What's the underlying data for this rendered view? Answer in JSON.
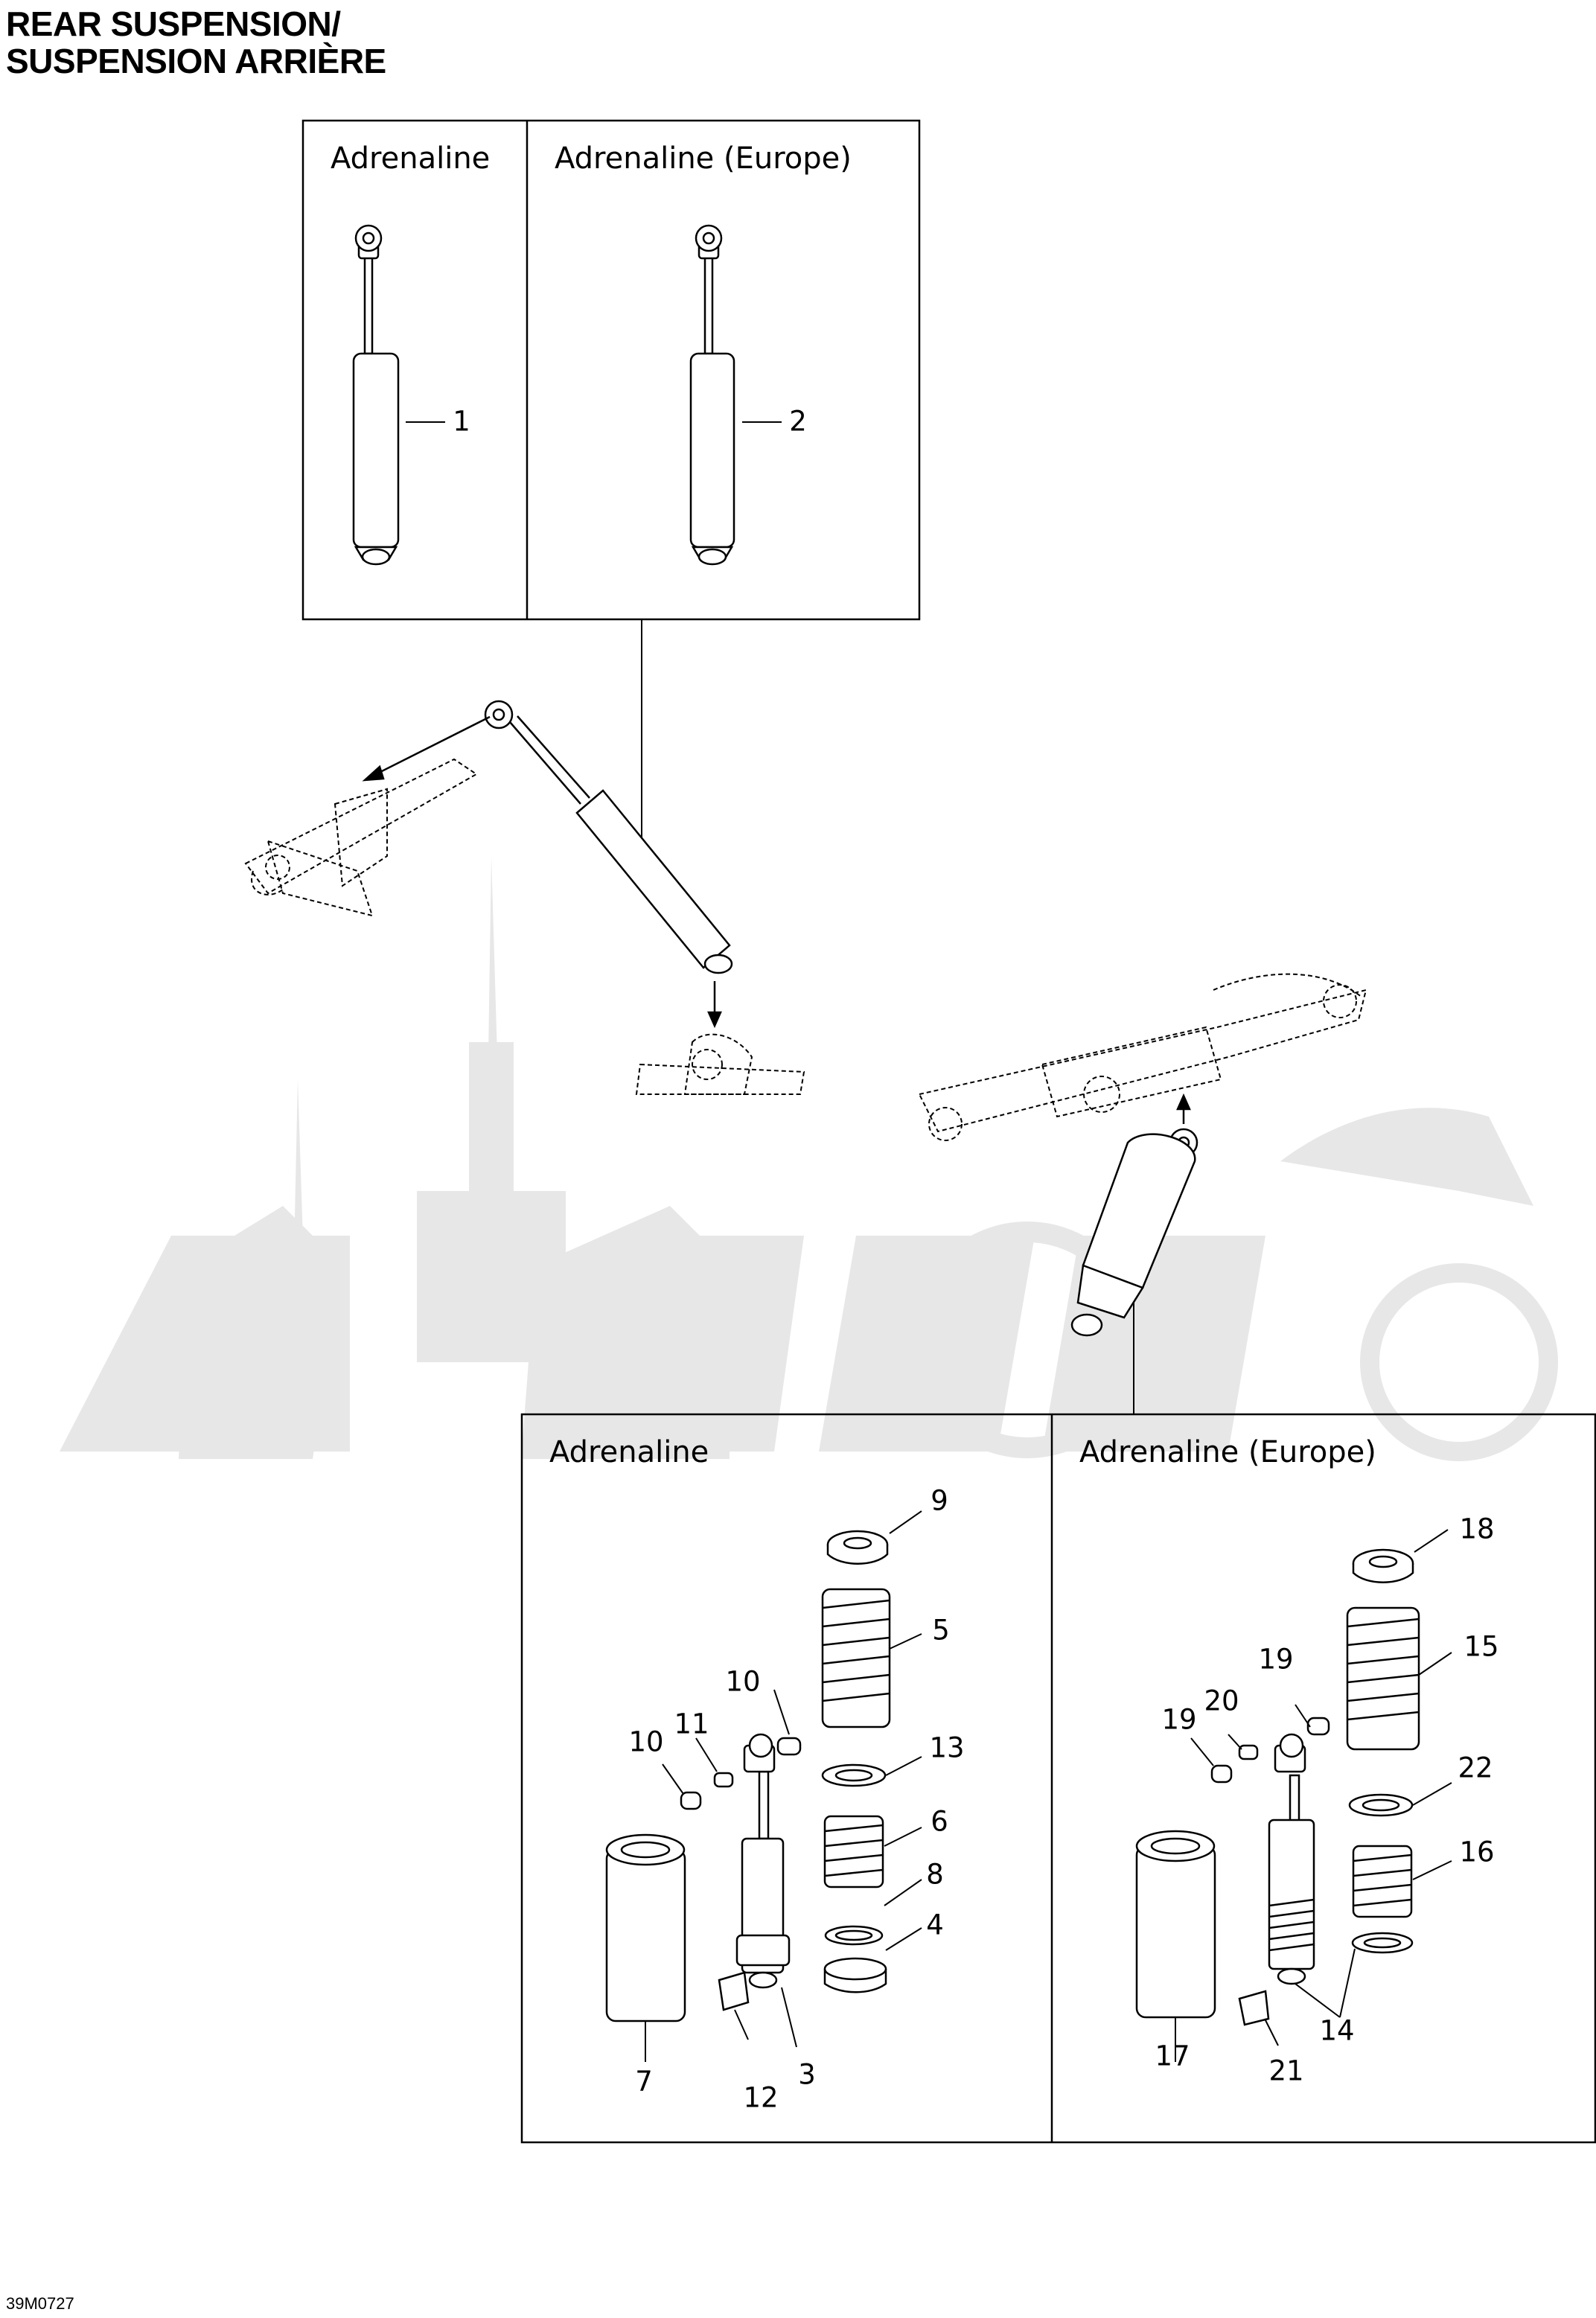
{
  "title": {
    "line1": "REAR SUSPENSION/",
    "line2": "SUSPENSION ARRIÈRE"
  },
  "panels": {
    "top_left": "Adrenaline",
    "top_right": "Adrenaline (Europe)",
    "bottom_left": "Adrenaline",
    "bottom_right": "Adrenaline (Europe)"
  },
  "callouts": {
    "c1": "1",
    "c2": "2",
    "c3": "3",
    "c4": "4",
    "c5": "5",
    "c6": "6",
    "c7": "7",
    "c8": "8",
    "c9": "9",
    "c10a": "10",
    "c10b": "10",
    "c11": "11",
    "c12": "12",
    "c13": "13",
    "c14": "14",
    "c15": "15",
    "c16": "16",
    "c17": "17",
    "c18": "18",
    "c19a": "19",
    "c19b": "19",
    "c20": "20",
    "c21": "21",
    "c22": "22"
  },
  "document_number": "39M0727",
  "colors": {
    "line": "#000000",
    "watermark": "#e6e6e6",
    "background": "#ffffff"
  }
}
